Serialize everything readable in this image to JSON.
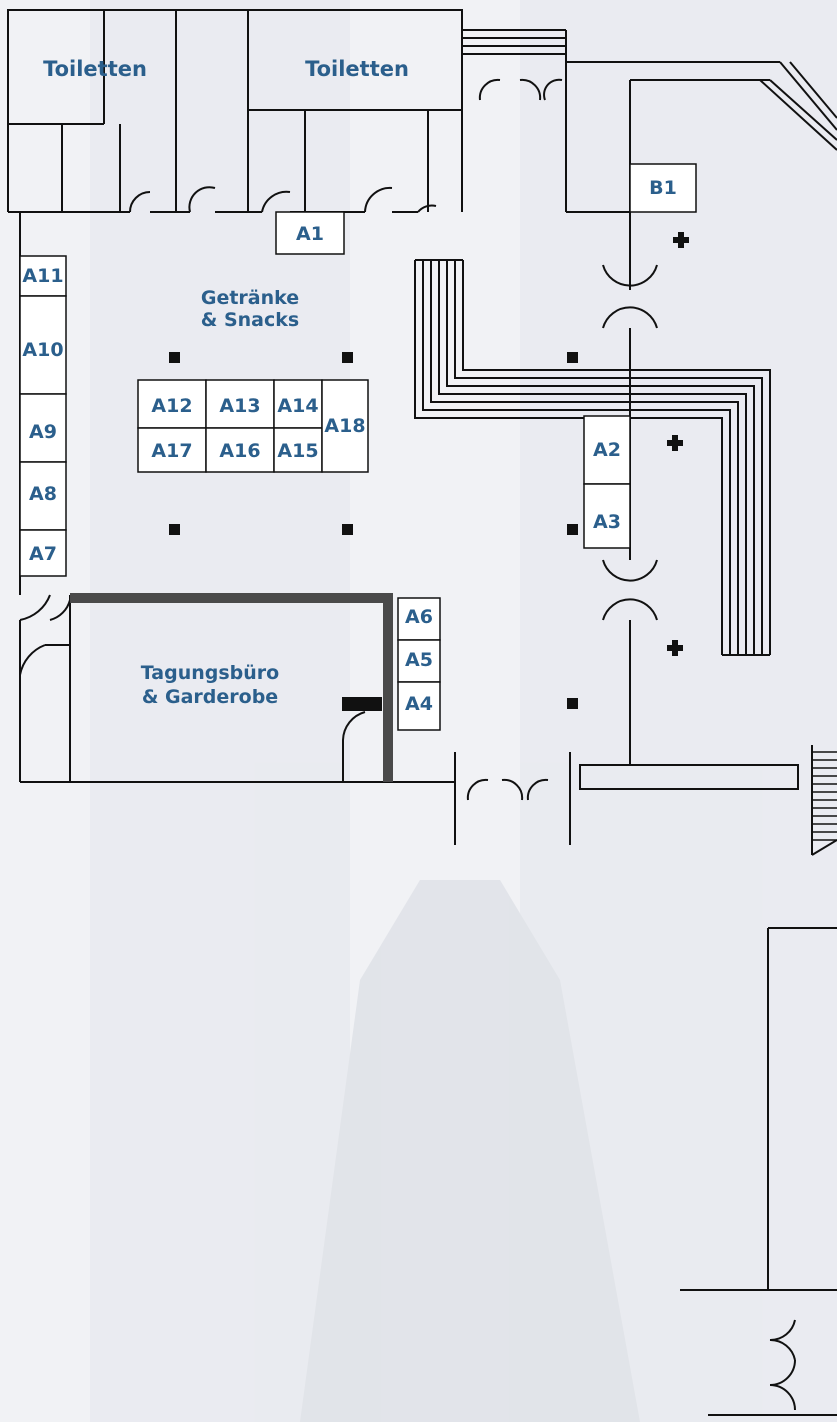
{
  "rooms": {
    "toilets_left": "Toiletten",
    "toilets_right": "Toiletten",
    "drinks_line1": "Getränke",
    "drinks_line2": "& Snacks",
    "office_line1": "Tagungsbüro",
    "office_line2": "& Garderobe"
  },
  "stands": {
    "A1": "A1",
    "A2": "A2",
    "A3": "A3",
    "A4": "A4",
    "A5": "A5",
    "A6": "A6",
    "A7": "A7",
    "A8": "A8",
    "A9": "A9",
    "A10": "A10",
    "A11": "A11",
    "A12": "A12",
    "A13": "A13",
    "A14": "A14",
    "A15": "A15",
    "A16": "A16",
    "A17": "A17",
    "A18": "A18",
    "B1": "B1"
  },
  "colors": {
    "wall": "#111111",
    "label": "#2b5f8c",
    "thick_wall": "#4a4a4a"
  }
}
